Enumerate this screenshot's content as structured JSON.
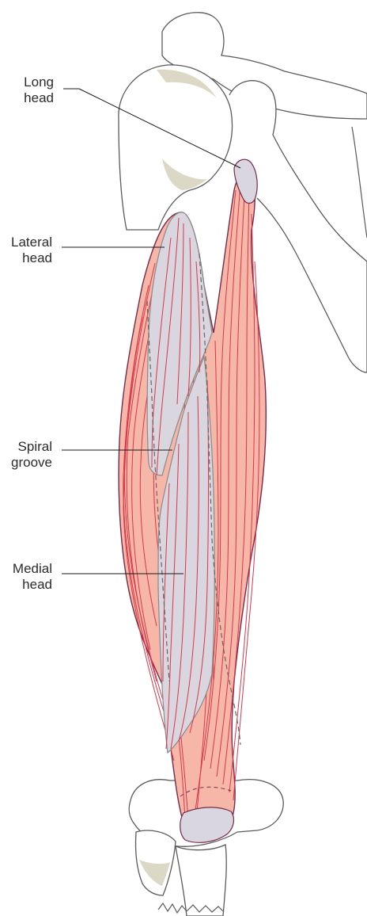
{
  "figure": {
    "subject": "triceps brachii muscle, posterior view of the arm",
    "colors": {
      "bone_fill": "#ffffff",
      "bone_outline": "#5a5a5a",
      "bone_shading": "#dcd8c6",
      "muscle_fill": "#f6b7a8",
      "muscle_outline": "#7a2a4a",
      "muscle_fibres": "#d9364a",
      "tendon_fill": "#d9d6df",
      "tendon_outline": "#8a8a8a",
      "leader_lines": "#1a1a1a"
    }
  },
  "labels": [
    {
      "id": "long-head",
      "line1": "Long",
      "line2": "head"
    },
    {
      "id": "lateral-head",
      "line1": "Lateral",
      "line2": "head"
    },
    {
      "id": "spiral-groove",
      "line1": "Spiral",
      "line2": "groove"
    },
    {
      "id": "medial-head",
      "line1": "Medial",
      "line2": "head"
    }
  ]
}
